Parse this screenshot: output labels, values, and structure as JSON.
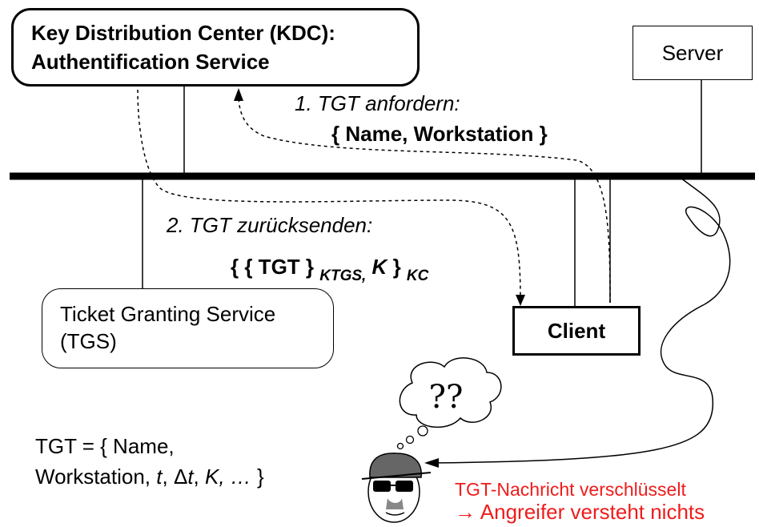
{
  "kdc": {
    "line1": "Key Distribution Center (KDC):",
    "line2": "Authentification Service"
  },
  "server": {
    "label": "Server"
  },
  "tgs": {
    "line1": "Ticket Granting Service",
    "line2": "(TGS)"
  },
  "client": {
    "label": "Client"
  },
  "step1": {
    "title": "1. TGT anfordern:",
    "payload": "{ Name, Workstation }"
  },
  "step2": {
    "title": "2. TGT zurücksenden:",
    "open": "{ { TGT }",
    "sub1": "KTGS",
    "comma": ",",
    "k": "K",
    "close": "}",
    "sub2": "KC"
  },
  "tgt_def": {
    "line1": "TGT = { Name,",
    "line2_a": "Workstation, ",
    "t": "t",
    "sep1": ", ",
    "delta": "Δ",
    "t2": "t",
    "sep2": ", ",
    "k": "K, …",
    "end": " }"
  },
  "thought": {
    "text": "??"
  },
  "note": {
    "line1": "TGT-Nachricht verschlüsselt",
    "line2": "→ Angreifer versteht nichts"
  },
  "colors": {
    "line": "#000000",
    "note": "#ee1c1c"
  }
}
